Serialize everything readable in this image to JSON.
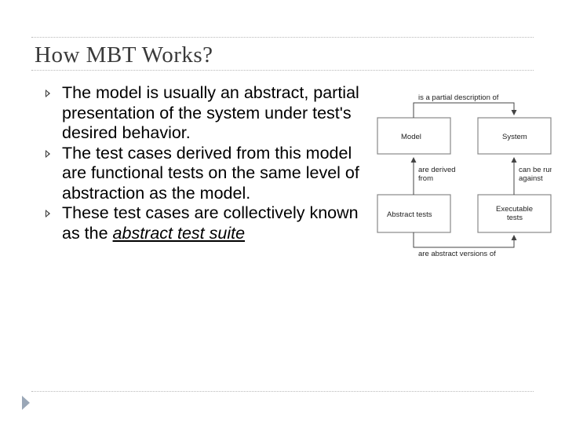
{
  "slide": {
    "title": "How MBT Works?"
  },
  "bullets": [
    {
      "text": "The model is usually an abstract, partial presentation of the system under test's desired behavior."
    },
    {
      "text": "The test cases derived from this model are functional tests on the same level of abstraction as the model."
    },
    {
      "text_before": "These test cases are collectively known as the ",
      "link_text": "abstract test suite"
    }
  ],
  "diagram": {
    "boxes": {
      "model": "Model",
      "system": "System",
      "abstract_tests": "Abstract tests",
      "executable_line1": "Executable",
      "executable_line2": "tests"
    },
    "labels": {
      "partial_description": "is a partial description of",
      "derived_line1": "are derived",
      "derived_line2": "from",
      "run_line1": "can be run",
      "run_line2": "against",
      "abstract_versions": "are abstract versions of"
    }
  },
  "colors": {
    "title": "#3a3a3a",
    "rule": "#b9b9b9",
    "box_border": "#888888",
    "nav_marker": "#9aa7b7"
  },
  "icons": {
    "bullet": "triangle-bullet-icon",
    "nav": "nav-triangle-icon"
  }
}
